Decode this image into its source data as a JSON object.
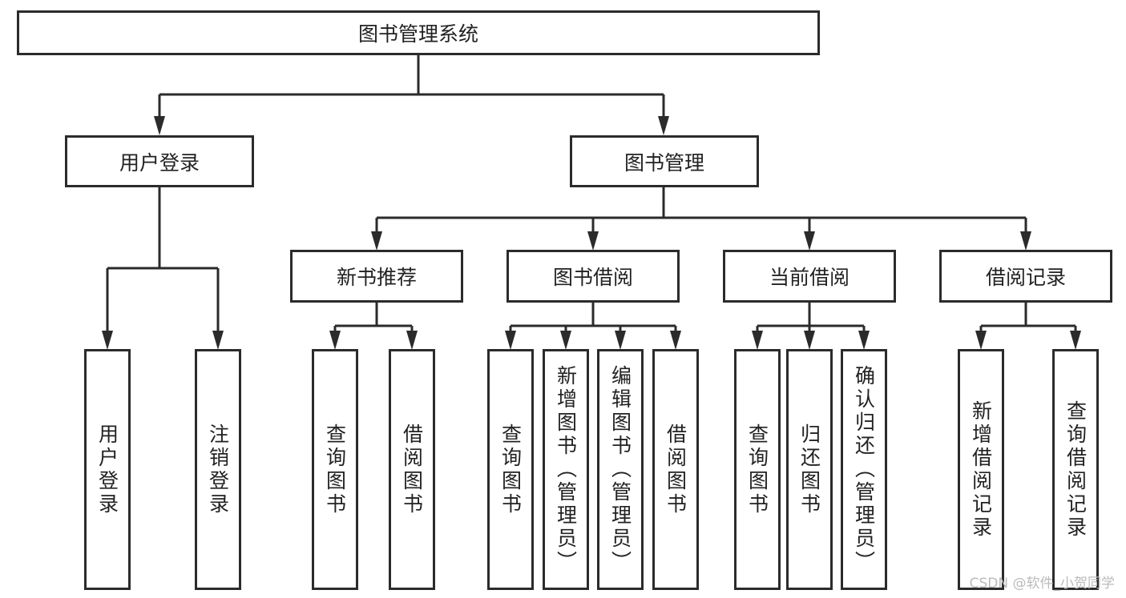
{
  "root": {
    "label": "图书管理系统"
  },
  "level1": [
    {
      "label": "用户登录",
      "children": [
        "用户登录",
        "注销登录"
      ]
    },
    {
      "label": "图书管理"
    }
  ],
  "level2": [
    {
      "label": "新书推荐",
      "children": [
        "查询图书",
        "借阅图书"
      ]
    },
    {
      "label": "图书借阅",
      "children": [
        "查询图书",
        "新增图书（管理员）",
        "编辑图书（管理员）",
        "借阅图书"
      ]
    },
    {
      "label": "当前借阅",
      "children": [
        "查询图书",
        "归还图书",
        "确认归还（管理员）"
      ]
    },
    {
      "label": "借阅记录",
      "children": [
        "新增借阅记录",
        "查询借阅记录"
      ]
    }
  ],
  "colors": {
    "line": "#2b2b2b",
    "box_fill": "#ffffff"
  },
  "watermark": "CSDN @软件_小贺同学"
}
